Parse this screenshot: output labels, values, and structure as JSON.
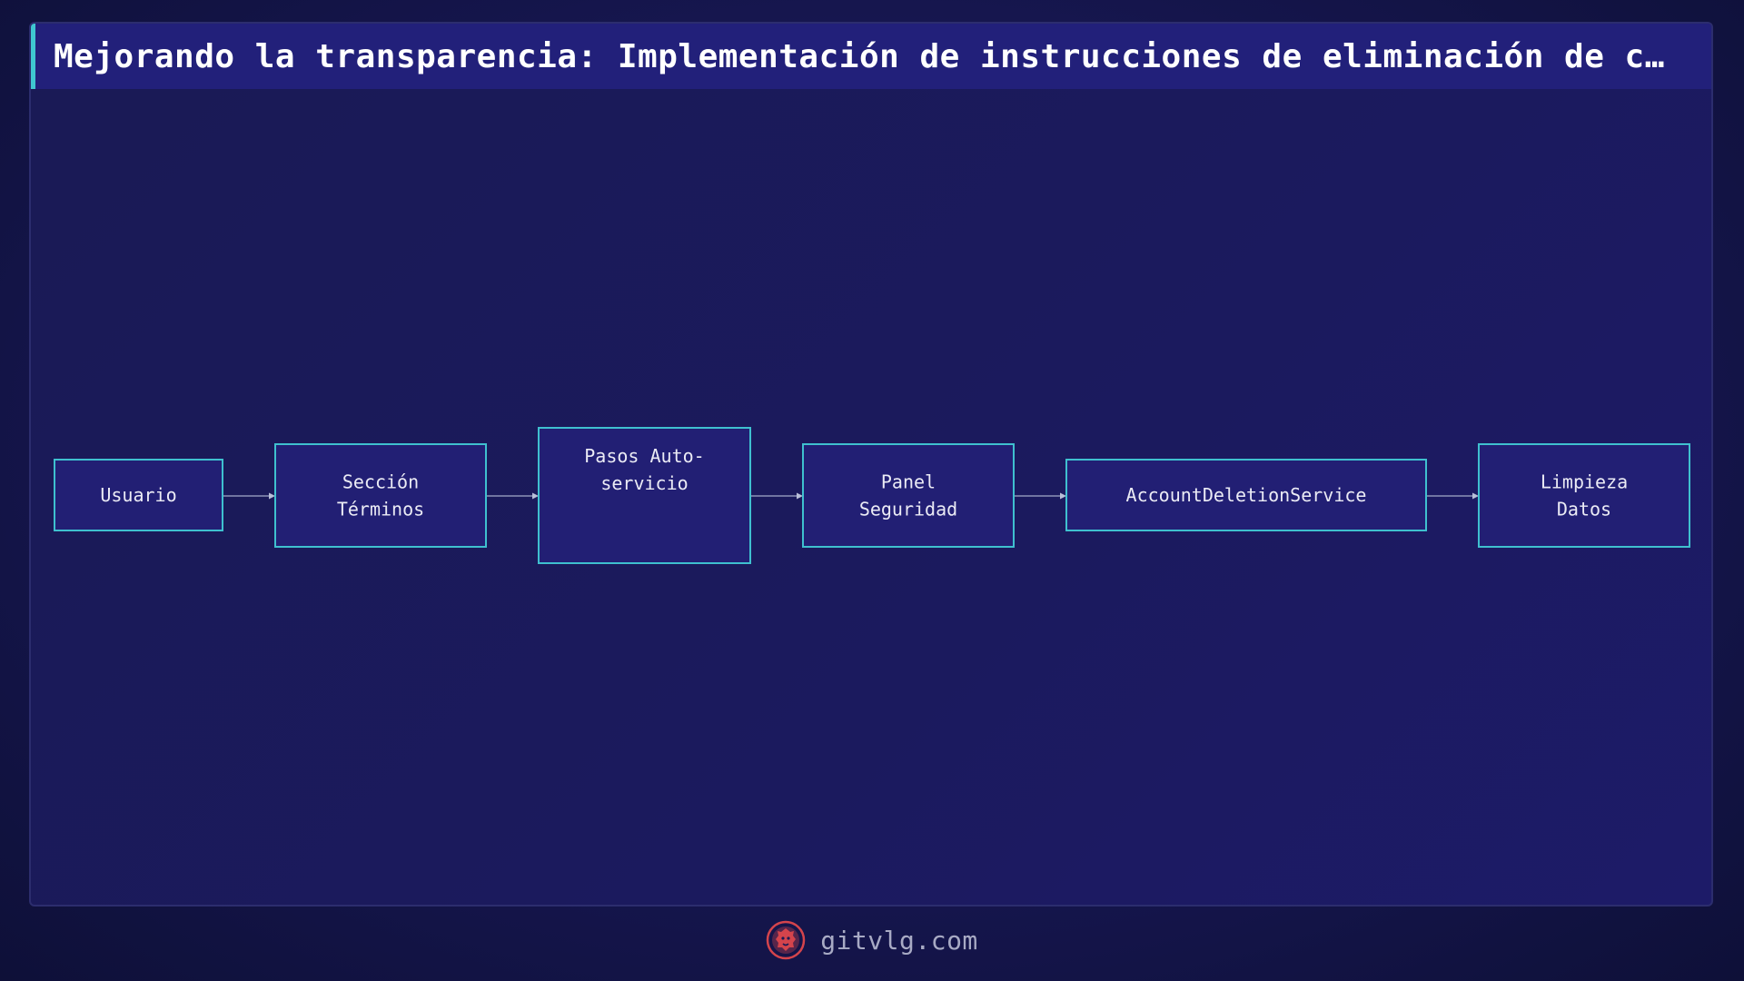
{
  "header": {
    "title": "Mejorando la transparencia: Implementación de instrucciones de eliminación de c…"
  },
  "diagram": {
    "nodes": [
      {
        "id": "usuario",
        "lines": [
          "Usuario"
        ]
      },
      {
        "id": "seccion-terminos",
        "lines": [
          "Sección",
          "Términos"
        ]
      },
      {
        "id": "pasos-autoservicio",
        "lines": [
          "Pasos Auto-",
          "servicio"
        ]
      },
      {
        "id": "panel-seguridad",
        "lines": [
          "Panel",
          "Seguridad"
        ]
      },
      {
        "id": "account-deletion-service",
        "lines": [
          "AccountDeletionService"
        ]
      },
      {
        "id": "limpieza-datos",
        "lines": [
          "Limpieza",
          "Datos"
        ]
      }
    ],
    "edges": [
      {
        "from": "usuario",
        "to": "seccion-terminos"
      },
      {
        "from": "seccion-terminos",
        "to": "pasos-autoservicio"
      },
      {
        "from": "pasos-autoservicio",
        "to": "panel-seguridad"
      },
      {
        "from": "panel-seguridad",
        "to": "account-deletion-service"
      },
      {
        "from": "account-deletion-service",
        "to": "limpieza-datos"
      }
    ]
  },
  "footer": {
    "site": "gitvlg.com",
    "logo_icon": "lion-logo-icon"
  },
  "colors": {
    "background": "#16164f",
    "title_bar": "#22207a",
    "accent": "#3fc7d0",
    "node_fill": "#221f74",
    "node_border": "#3fc0cf",
    "logo": "#d4444c"
  }
}
